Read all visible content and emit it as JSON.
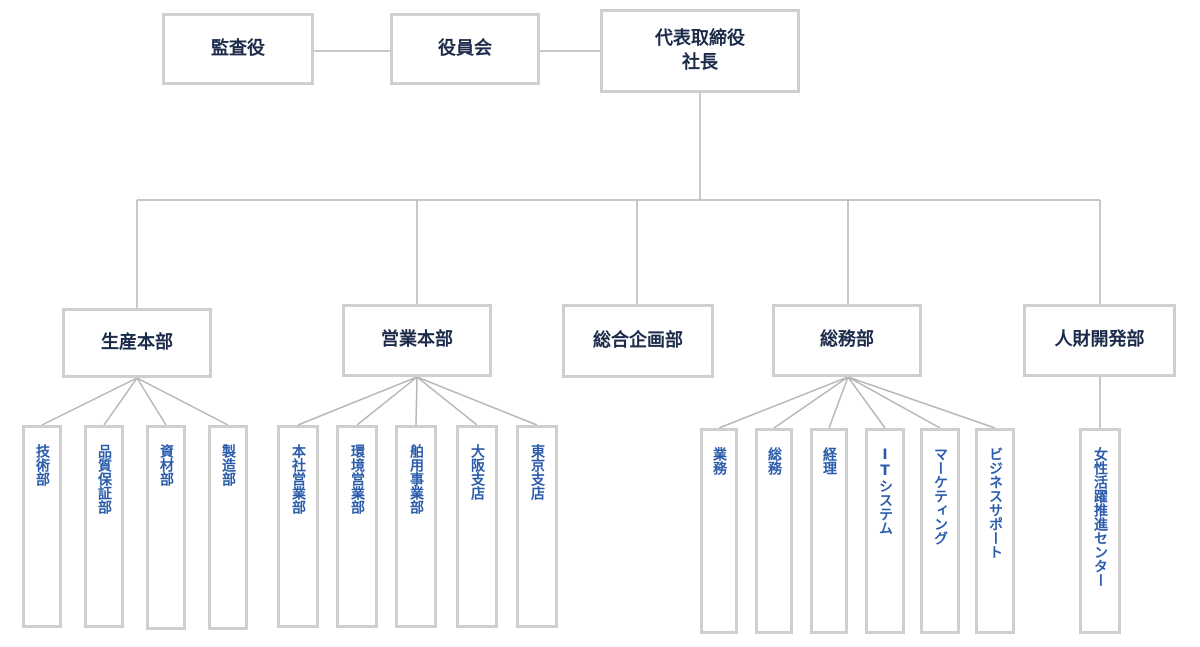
{
  "top": {
    "auditor": "監査役",
    "board": "役員会",
    "president_line1": "代表取締役",
    "president_line2": "社長"
  },
  "divisions": [
    "生産本部",
    "営業本部",
    "総合企画部",
    "総務部",
    "人財開発部"
  ],
  "production_depts": [
    "技術部",
    "品質保証部",
    "資材部",
    "製造部"
  ],
  "sales_depts": [
    "本社営業部",
    "環境営業部",
    "舶用事業部",
    "大阪支店",
    "東京支店"
  ],
  "admin_depts": [
    "業務",
    "総務",
    "経理",
    "ITシステム",
    "マーケティング",
    "ビジネスサポート"
  ],
  "hr_depts": [
    "女性活躍推進センター"
  ],
  "colors": {
    "box_border": "#cfcfcf",
    "line": "#b5b5b5",
    "heading_text": "#1c2b4a",
    "leaf_text": "#2b5cab"
  }
}
